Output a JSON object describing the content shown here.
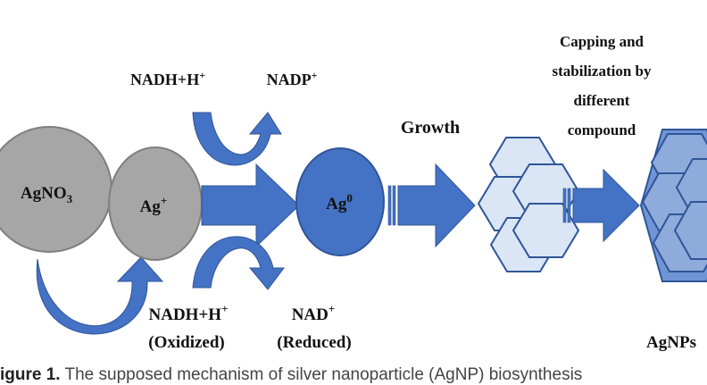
{
  "nodes": {
    "agno3": {
      "base": "AgNO",
      "sub": "3"
    },
    "ag_plus": {
      "base": "Ag",
      "sup": "+"
    },
    "ag_zero": {
      "base": "Ag",
      "sup": "0"
    }
  },
  "labels": {
    "nadh_top": {
      "base": "NADH+H",
      "sup": "+"
    },
    "nadp": {
      "base": "NADP",
      "sup": "+"
    },
    "nadh_bottom": {
      "base": "NADH+H",
      "sup": "+"
    },
    "nad": {
      "base": "NAD",
      "sup": "+"
    },
    "oxidized": "(Oxidized)",
    "reduced": "(Reduced)",
    "growth": "Growth",
    "capping": [
      "Capping and",
      "stabilization by",
      "different",
      "compound"
    ],
    "agnps": "AgNPs"
  },
  "caption": {
    "prefix": "igure 1.",
    "text": " The supposed mechanism of silver nanoparticle (AgNP) biosynthesis"
  },
  "colors": {
    "gray_circle": "#a6a6a6",
    "gray_stroke": "#7f7f7f",
    "blue_fill": "#4472c4",
    "blue_stroke": "#2f5597",
    "blue_dark": "#2e5a9c",
    "hex_light": "#dae6f5",
    "hex_mid": "#8fabdc"
  }
}
